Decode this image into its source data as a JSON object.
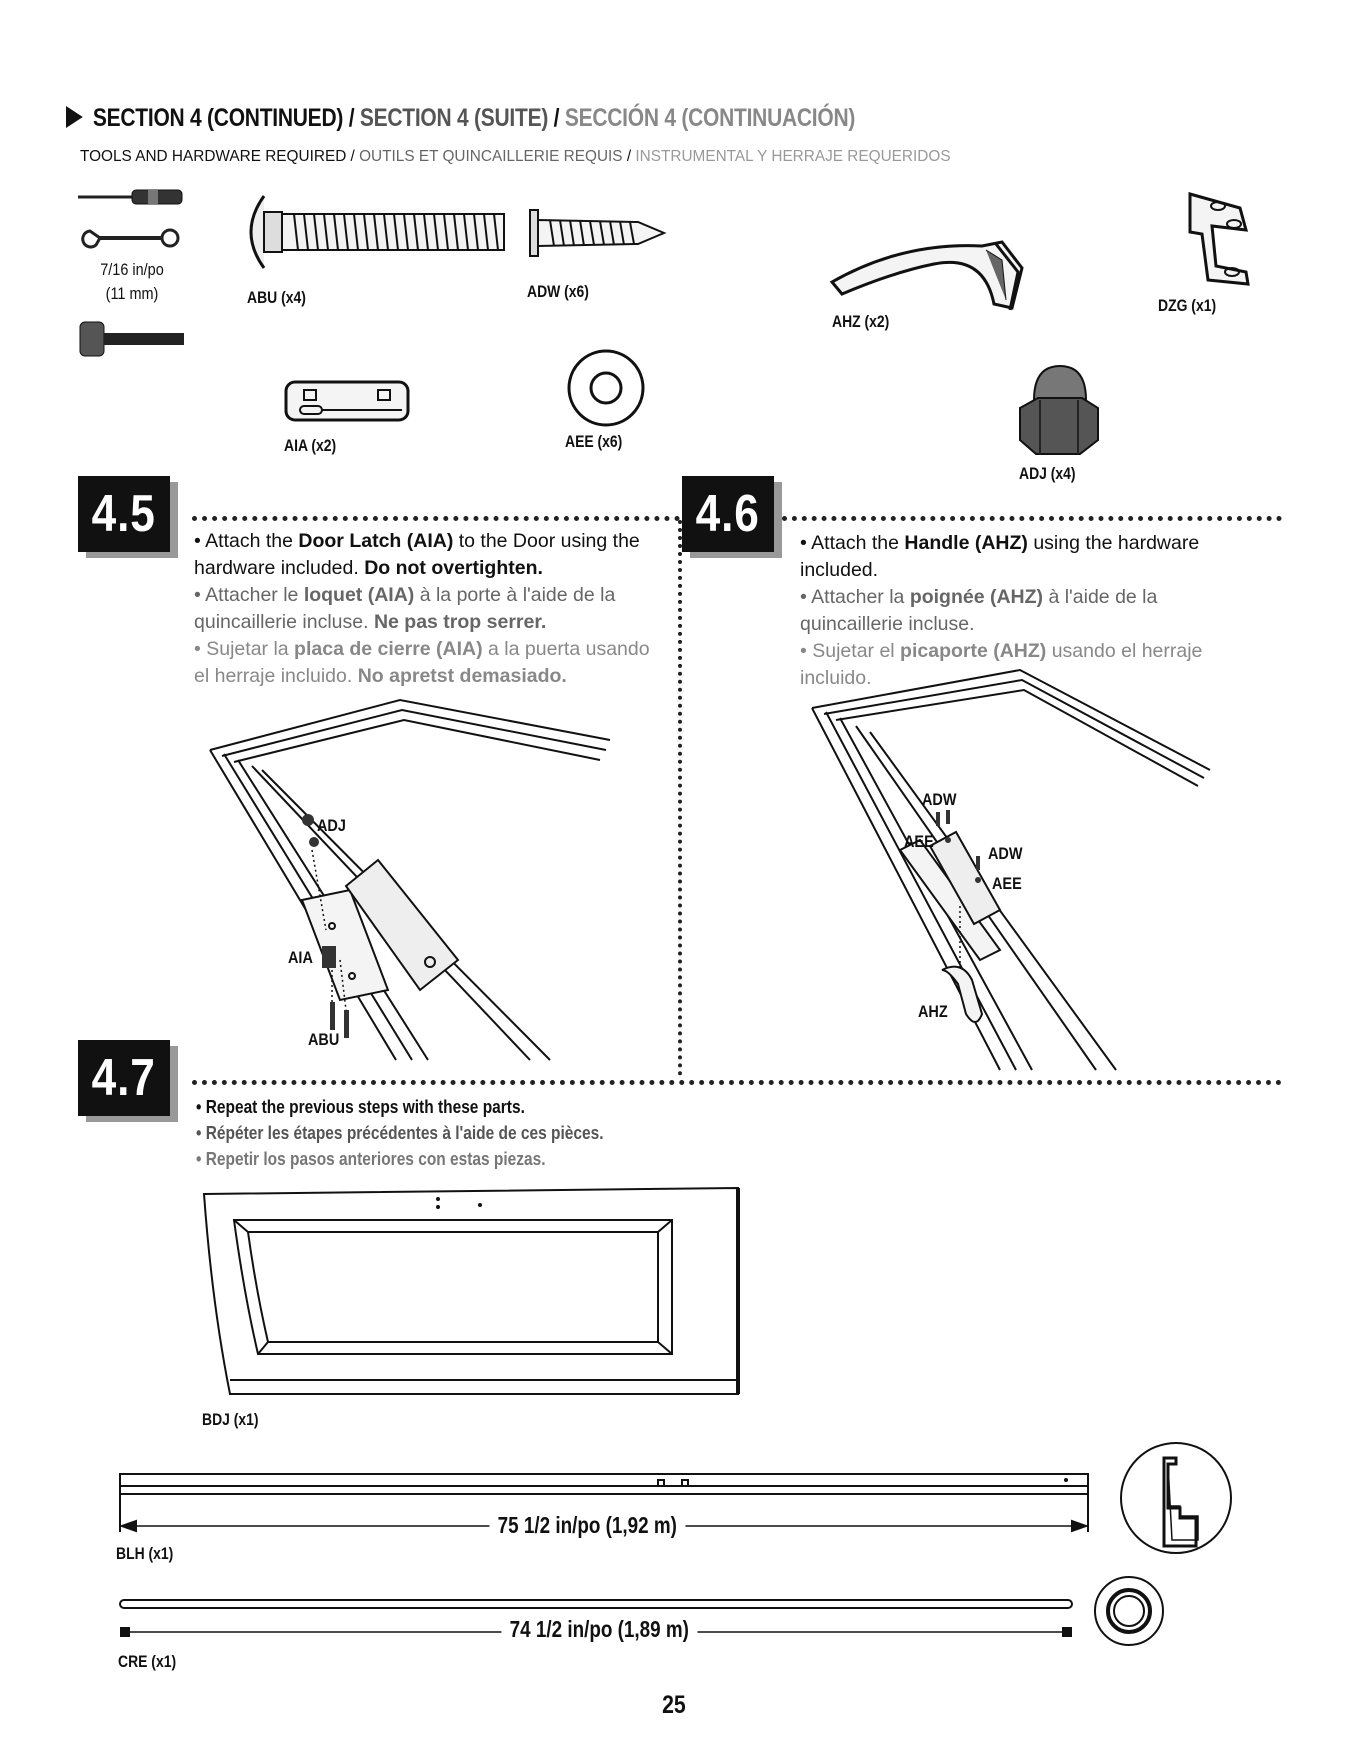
{
  "header": {
    "title_en": "SECTION 4 (CONTINUED)",
    "title_fr": "SECTION 4 (SUITE)",
    "title_es": "SECCIÓN 4 (CONTINUACIÓN)",
    "separator": " / ",
    "sub_en": "TOOLS AND HARDWARE REQUIRED",
    "sub_fr": "OUTILS ET QUINCAILLERIE REQUIS",
    "sub_es": "INSTRUMENTAL Y HERRAJE REQUERIDOS"
  },
  "tools": {
    "wrench_size_1": "7/16 in/po",
    "wrench_size_2": "(11 mm)"
  },
  "parts": {
    "abu": "ABU (x4)",
    "adw": "ADW (x6)",
    "ahz": "AHZ (x2)",
    "dzg": "DZG (x1)",
    "aia": "AIA (x2)",
    "aee": "AEE (x6)",
    "adj": "ADJ (x4)",
    "bdj": "BDJ (x1)",
    "blh": "BLH (x1)",
    "cre": "CRE (x1)"
  },
  "steps": {
    "s45": {
      "number": "4.5",
      "en_pre": "• Attach the ",
      "en_bold": "Door Latch (AIA)",
      "en_post": " to the Door using the hardware included. ",
      "en_bold2": "Do not overtighten.",
      "fr_pre": "• Attacher le ",
      "fr_bold": "loquet (AIA)",
      "fr_post": " à la porte à l'aide de la quincaillerie incluse. ",
      "fr_bold2": "Ne pas trop serrer.",
      "es_pre": "• Sujetar la ",
      "es_bold": "placa de cierre (AIA)",
      "es_post": " a la puerta usando el herraje incluido. ",
      "es_bold2": "No apretst demasiado.",
      "callouts": {
        "adj": "ADJ",
        "aia": "AIA",
        "abu": "ABU"
      }
    },
    "s46": {
      "number": "4.6",
      "en_pre": "• Attach the ",
      "en_bold": "Handle (AHZ)",
      "en_post": " using the hardware included.",
      "fr_pre": "• Attacher la ",
      "fr_bold": "poignée (AHZ)",
      "fr_post": " à l'aide de la quincaillerie incluse.",
      "es_pre": "• Sujetar el ",
      "es_bold": "picaporte (AHZ)",
      "es_post": " usando el herraje incluido.",
      "callouts": {
        "adw1": "ADW",
        "aee1": "AEE",
        "adw2": "ADW",
        "aee2": "AEE",
        "ahz": "AHZ"
      }
    },
    "s47": {
      "number": "4.7",
      "en": "• Repeat the previous steps with these parts.",
      "fr": "• Répéter les étapes précédentes à l'aide de ces pièces.",
      "es": "• Repetir los pasos anteriores con estas piezas."
    }
  },
  "dimensions": {
    "blh_length": "75 1/2 in/po (1,92 m)",
    "cre_length": "74 1/2 in/po (1,89 m)"
  },
  "page_number": "25"
}
